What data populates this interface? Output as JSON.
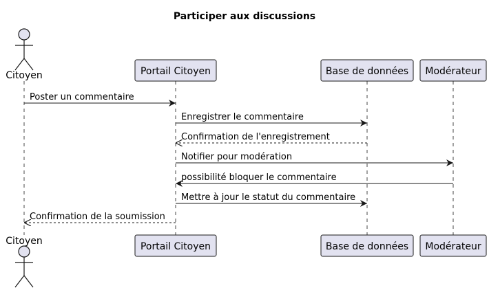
{
  "title": "Participer aux discussions",
  "participants": [
    {
      "id": "citoyen",
      "label": "Citoyen",
      "kind": "actor"
    },
    {
      "id": "portail",
      "label": "Portail Citoyen",
      "kind": "participant"
    },
    {
      "id": "base",
      "label": "Base de données",
      "kind": "participant"
    },
    {
      "id": "moderateur",
      "label": "Modérateur",
      "kind": "participant"
    }
  ],
  "messages": [
    {
      "from": "citoyen",
      "to": "portail",
      "label": "Poster un commentaire",
      "style": "solid"
    },
    {
      "from": "portail",
      "to": "base",
      "label": "Enregistrer le commentaire",
      "style": "solid"
    },
    {
      "from": "base",
      "to": "portail",
      "label": "Confirmation de l'enregistrement",
      "style": "dashed"
    },
    {
      "from": "portail",
      "to": "moderateur",
      "label": "Notifier pour modération",
      "style": "solid"
    },
    {
      "from": "moderateur",
      "to": "portail",
      "label": "possibilité bloquer le commentaire",
      "style": "solid"
    },
    {
      "from": "portail",
      "to": "base",
      "label": "Mettre à jour le statut du commentaire",
      "style": "solid"
    },
    {
      "from": "portail",
      "to": "citoyen",
      "label": "Confirmation de la soumission",
      "style": "dashed"
    }
  ],
  "colors": {
    "participant_fill": "#e2e2f0",
    "participant_stroke": "#181818",
    "line": "#181818",
    "lifeline": "#181818"
  }
}
